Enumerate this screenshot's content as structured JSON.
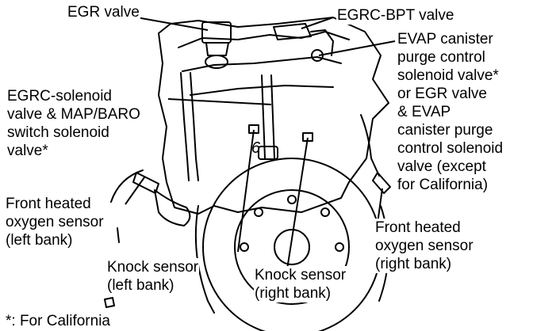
{
  "diagram": {
    "labels": {
      "egr_valve": "EGR valve",
      "egrc_bpt_valve": "EGRC-BPT valve",
      "evap_purge_solenoid": "EVAP canister\npurge control\nsolenoid valve*\nor EGR valve\n& EVAP\ncanister purge\ncontrol solenoid\nvalve (except\nfor California)",
      "egrc_solenoid": "EGRC-solenoid\nvalve & MAP/BARO\nswitch solenoid\nvalve*",
      "front_o2_left": "Front heated\noxygen sensor\n(left bank)",
      "front_o2_right": "Front heated\noxygen sensor\n(right bank)",
      "knock_left": "Knock sensor\n(left bank)",
      "knock_right": "Knock sensor\n(right bank)",
      "footnote": "*: For California"
    },
    "cylinder_mark": "6"
  }
}
